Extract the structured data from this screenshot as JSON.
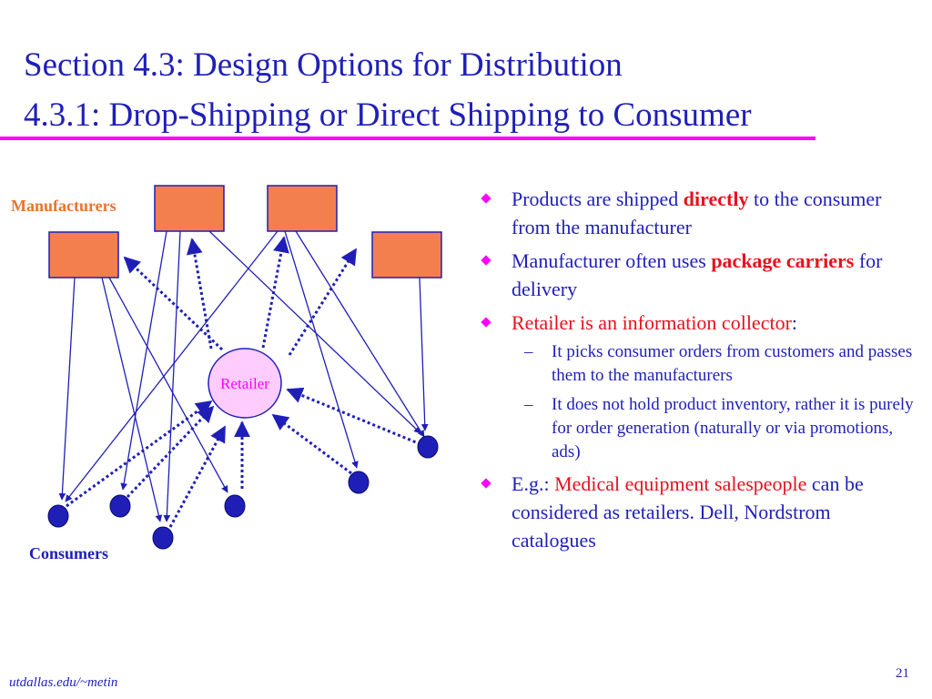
{
  "title": {
    "line1": "Section 4.3: Design Options for Distribution",
    "line2": "4.3.1: Drop-Shipping or Direct Shipping to Consumer"
  },
  "diagram": {
    "manufacturers_label": "Manufacturers",
    "consumers_label": "Consumers",
    "retailer_label": "Retailer",
    "colors": {
      "manufacturer_fill": "#f47f4e",
      "manufacturer_stroke": "#1f1fb8",
      "consumer_fill": "#1f1fb8",
      "retailer_fill": "#ffccff",
      "arrow": "#1f1fb8",
      "manufacturers_label": "#e8742f"
    }
  },
  "bullets": [
    {
      "parts": [
        {
          "text": "Products are shipped "
        },
        {
          "text": "directly",
          "style": "red bold"
        },
        {
          "text": " to the consumer from the manufacturer"
        }
      ]
    },
    {
      "parts": [
        {
          "text": "Manufacturer often uses "
        },
        {
          "text": "package carriers",
          "style": "red bold"
        },
        {
          "text": " for delivery"
        }
      ]
    },
    {
      "parts": [
        {
          "text": "Retailer is an information collector",
          "style": "red"
        },
        {
          "text": ":"
        }
      ],
      "sub": [
        "It picks consumer orders from customers and passes them to the manufacturers",
        "It does not hold product inventory, rather it is purely for order generation (naturally or via promotions, ads)"
      ]
    },
    {
      "parts": [
        {
          "text": "E.g.: "
        },
        {
          "text": "Medical equipment salespeople",
          "style": "red"
        },
        {
          "text": " can be considered as retailers. Dell, Nordstrom catalogues"
        }
      ]
    }
  ],
  "footer": {
    "url": "utdallas.edu/~metin",
    "page": "21"
  },
  "bullet_marker_color": "#ff00ff",
  "dash_char": "–"
}
